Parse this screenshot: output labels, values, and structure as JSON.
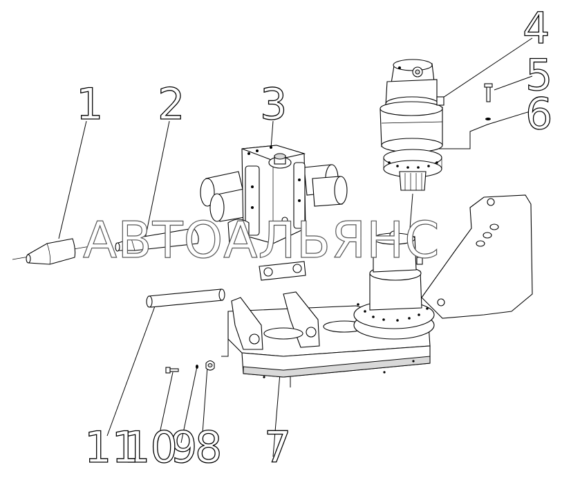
{
  "callouts": {
    "c1": "1",
    "c2": "2",
    "c3": "3",
    "c4": "4",
    "c5": "5",
    "c6": "6",
    "c7": "7",
    "c8": "8",
    "c9": "9",
    "c10": "10",
    "c11": "11"
  },
  "watermark": "АВТОАЛЬЯНС"
}
